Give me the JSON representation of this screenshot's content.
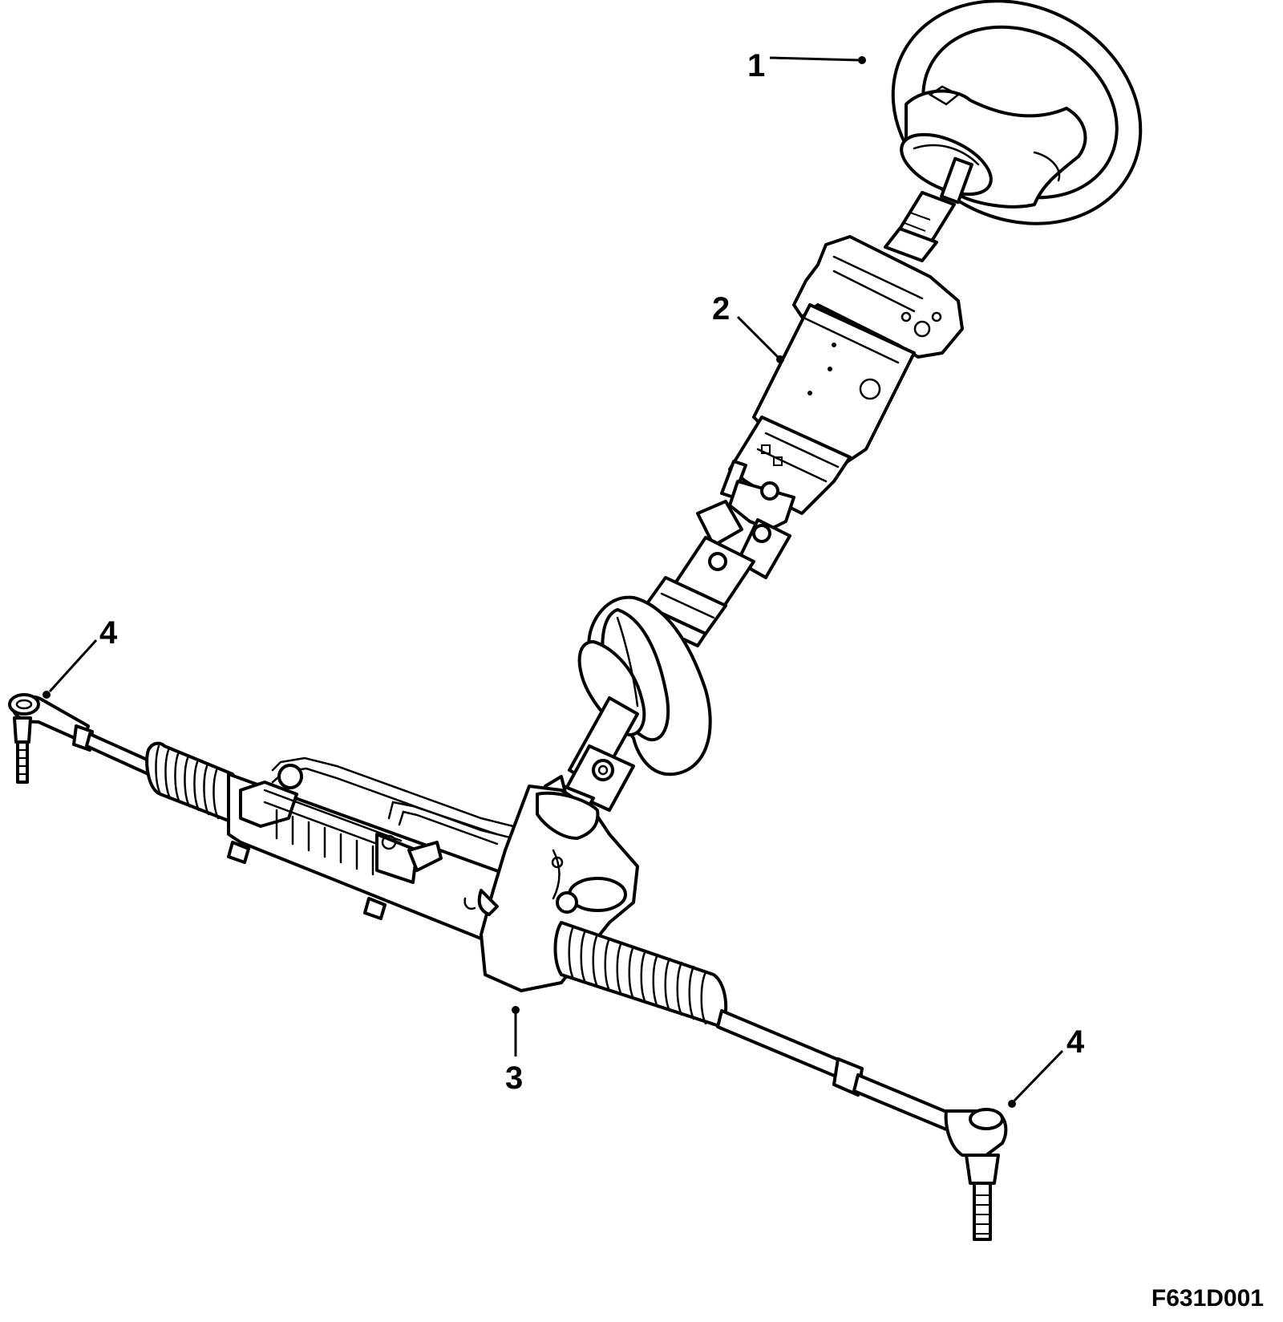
{
  "callouts": {
    "c1": "1",
    "c2": "2",
    "c3": "3",
    "c4a": "4",
    "c4b": "4"
  },
  "figure_code": "F631D001",
  "line_color": "#000000",
  "background": "#ffffff"
}
